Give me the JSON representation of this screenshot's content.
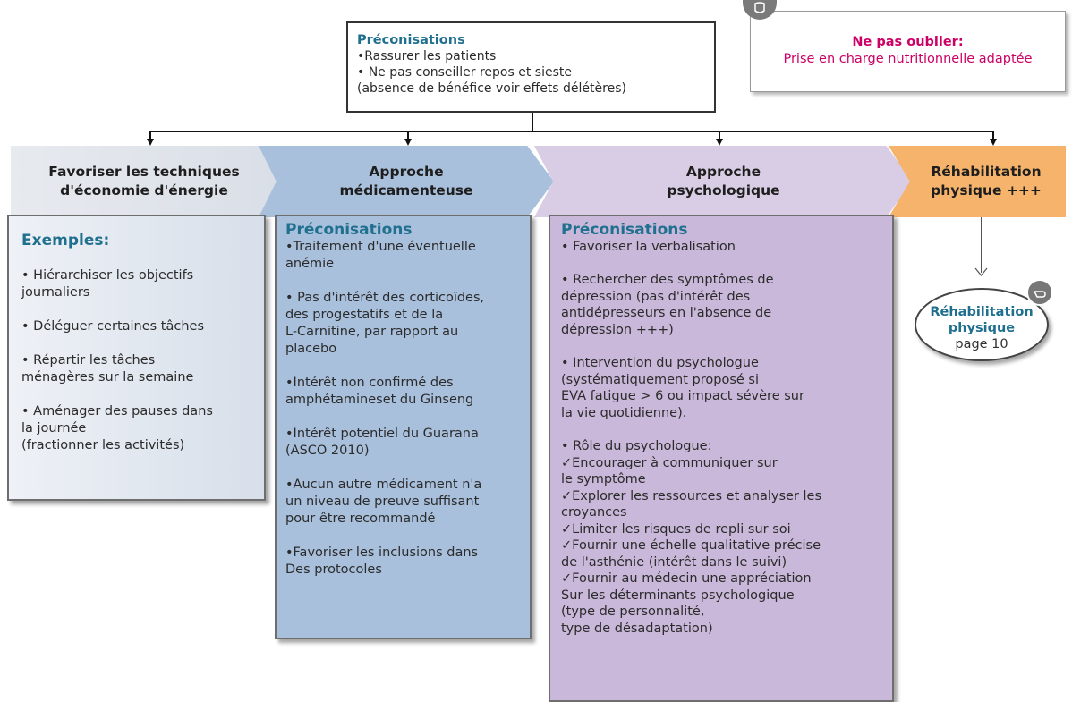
{
  "top_box": {
    "title": "Préconisations",
    "lines": [
      "•Rassurer les patients",
      "• Ne pas conseiller repos et sieste",
      "(absence de bénéfice voir effets délétères)"
    ]
  },
  "reminder": {
    "title": "Ne pas oublier:",
    "text": "Prise en charge nutritionnelle adaptée",
    "color": "#cc0066"
  },
  "bands": [
    {
      "line1": "Favoriser les techniques",
      "line2": "d'économie d'énergie",
      "color": "#dfe3ea"
    },
    {
      "line1": "Approche",
      "line2": "médicamenteuse",
      "color": "#a9c0dd"
    },
    {
      "line1": "Approche",
      "line2": "psychologique",
      "color": "#d8cde4"
    },
    {
      "line1": "Réhabilitation",
      "line2": "physique +++",
      "color": "#f5b36b"
    }
  ],
  "col1": {
    "title": "Exemples:",
    "items": [
      [
        "• Hiérarchiser les objectifs",
        "journaliers"
      ],
      [
        "• Déléguer certaines tâches"
      ],
      [
        "• Répartir les tâches",
        "ménagères sur la semaine"
      ],
      [
        "• Aménager des pauses dans",
        "la journée",
        "(fractionner les activités)"
      ]
    ]
  },
  "col2": {
    "title": "Préconisations",
    "items": [
      [
        "•Traitement d'une éventuelle",
        "anémie"
      ],
      [
        " • Pas d'intérêt des corticoïdes,",
        " des progestatifs  et de la",
        " L-Carnitine, par rapport au",
        "placebo"
      ],
      [
        "•Intérêt non confirmé des",
        "amphétamineset du Ginseng"
      ],
      [
        "•Intérêt potentiel du Guarana",
        "(ASCO 2010)"
      ],
      [
        "•Aucun autre médicament n'a",
        "un niveau de preuve suffisant",
        "pour être recommandé"
      ],
      [
        "•Favoriser les inclusions dans",
        "Des protocoles"
      ]
    ]
  },
  "col3": {
    "title": "Préconisations",
    "items": [
      [
        "• Favoriser la verbalisation"
      ],
      [
        "• Rechercher des symptômes de",
        "dépression (pas d'intérêt des",
        "antidépresseurs en l'absence de",
        "dépression +++)"
      ],
      [
        "• Intervention du psychologue",
        "(systématiquement proposé si",
        "EVA fatigue  > 6 ou impact sévère sur",
        "la vie quotidienne)."
      ],
      [
        "• Rôle du psychologue:",
        " ✓Encourager à communiquer sur",
        " le symptôme",
        " ✓Explorer les ressources et analyser les",
        " croyances",
        " ✓Limiter les risques de repli sur soi",
        " ✓Fournir une échelle qualitative précise",
        " de l'asthénie (intérêt dans le suivi)",
        " ✓Fournir au médecin une appréciation",
        " Sur les déterminants psychologique",
        " (type de personnalité,",
        " type de désadaptation)"
      ]
    ]
  },
  "bubble": {
    "line1": "Réhabilitation",
    "line2": "physique",
    "page": "page 10"
  }
}
